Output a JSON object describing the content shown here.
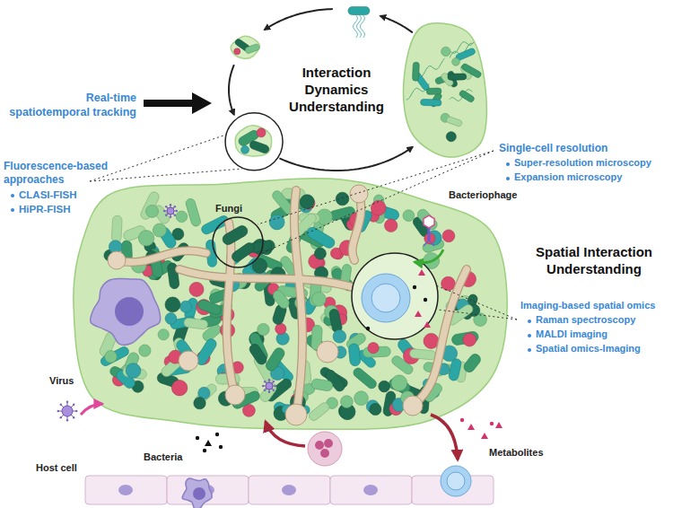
{
  "diagram": {
    "labels": [
      "Interaction Dynamics Understanding",
      "Real-time spatiotemporal tracking",
      "Fluorescence-based approaches",
      "CLASI-FISH",
      "HiPR-FISH",
      "Single-cell resolution",
      "Super-resolution microscopy",
      "Expansion microscopy",
      "Fungi",
      "Bacteriophage",
      "Spatial Interaction Understanding",
      "Virus",
      "Imaging-based spatial omics",
      "Raman spectroscopy",
      "MALDI imaging",
      "Spatial omics-Imaging",
      "Metabolites",
      "Bacteria",
      "Host cell"
    ]
  }
}
